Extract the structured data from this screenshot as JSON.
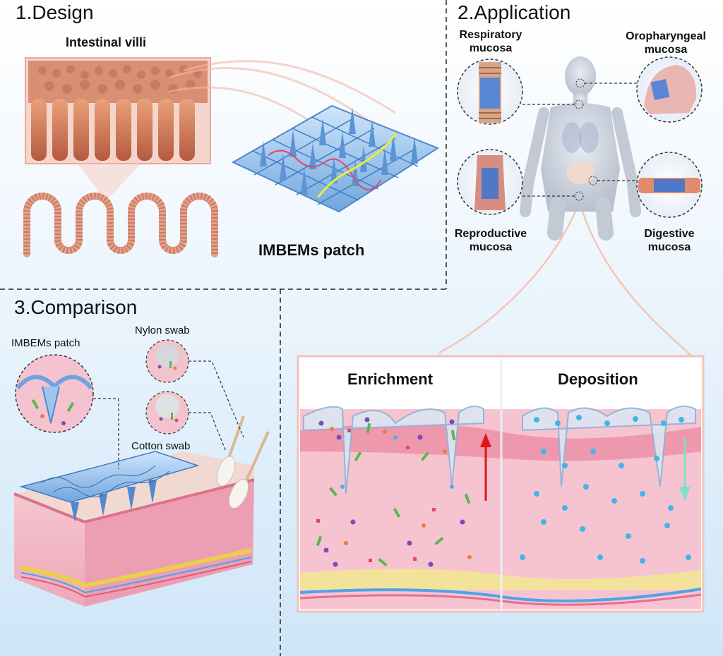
{
  "sections": {
    "design": "1.Design",
    "application": "2.Application",
    "comparison": "3.Comparison"
  },
  "design": {
    "villi_label": "Intestinal villi",
    "patch_label": "IMBEMs patch"
  },
  "application": {
    "respiratory": [
      "Respiratory",
      "mucosa"
    ],
    "oropharyngeal": [
      "Oropharyngeal",
      "mucosa"
    ],
    "reproductive": [
      "Reproductive",
      "mucosa"
    ],
    "digestive": [
      "Digestive",
      "mucosa"
    ]
  },
  "comparison": {
    "patch": "IMBEMs patch",
    "nylon": "Nylon swab",
    "cotton": "Cotton swab"
  },
  "process": {
    "enrichment": "Enrichment",
    "deposition": "Deposition"
  },
  "colors": {
    "skin_pink": "#f3b3c1",
    "patch_blue": "#7fb4e6",
    "arrow_up": "#e0141e",
    "arrow_down": "#7fe0c8"
  }
}
